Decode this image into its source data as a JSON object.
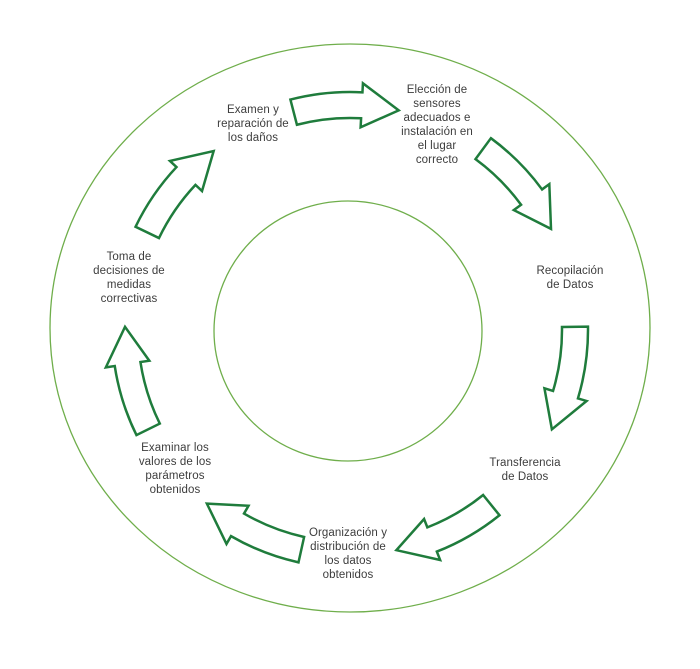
{
  "diagram": {
    "type": "cycle",
    "title": "",
    "steps": [
      {
        "id": "examen",
        "label": "Examen y\nreparación de\nlos daños"
      },
      {
        "id": "eleccion",
        "label": "Elección de\nsensores\nadecuados e\ninstalación en\nel lugar\ncorrecto"
      },
      {
        "id": "recopilacion",
        "label": "Recopilación\nde Datos"
      },
      {
        "id": "transferencia",
        "label": "Transferencia\nde Datos"
      },
      {
        "id": "organizacion",
        "label": "Organización y\ndistribución de\nlos datos\nobtenidos"
      },
      {
        "id": "examinar",
        "label": "Examinar los\nvalores de los\nparámetros\nobtenidos"
      },
      {
        "id": "toma",
        "label": "Toma de\ndecisiones de\nmedidas\ncorrectivas"
      }
    ],
    "flow_direction": "clockwise",
    "arrow_count": 7,
    "colors": {
      "ring": "#6FAE4B",
      "arrow": "#1F7C3C",
      "arrow_fill": "#FFFFFF",
      "text": "#3D3D3D",
      "background": "#FFFFFF"
    }
  }
}
